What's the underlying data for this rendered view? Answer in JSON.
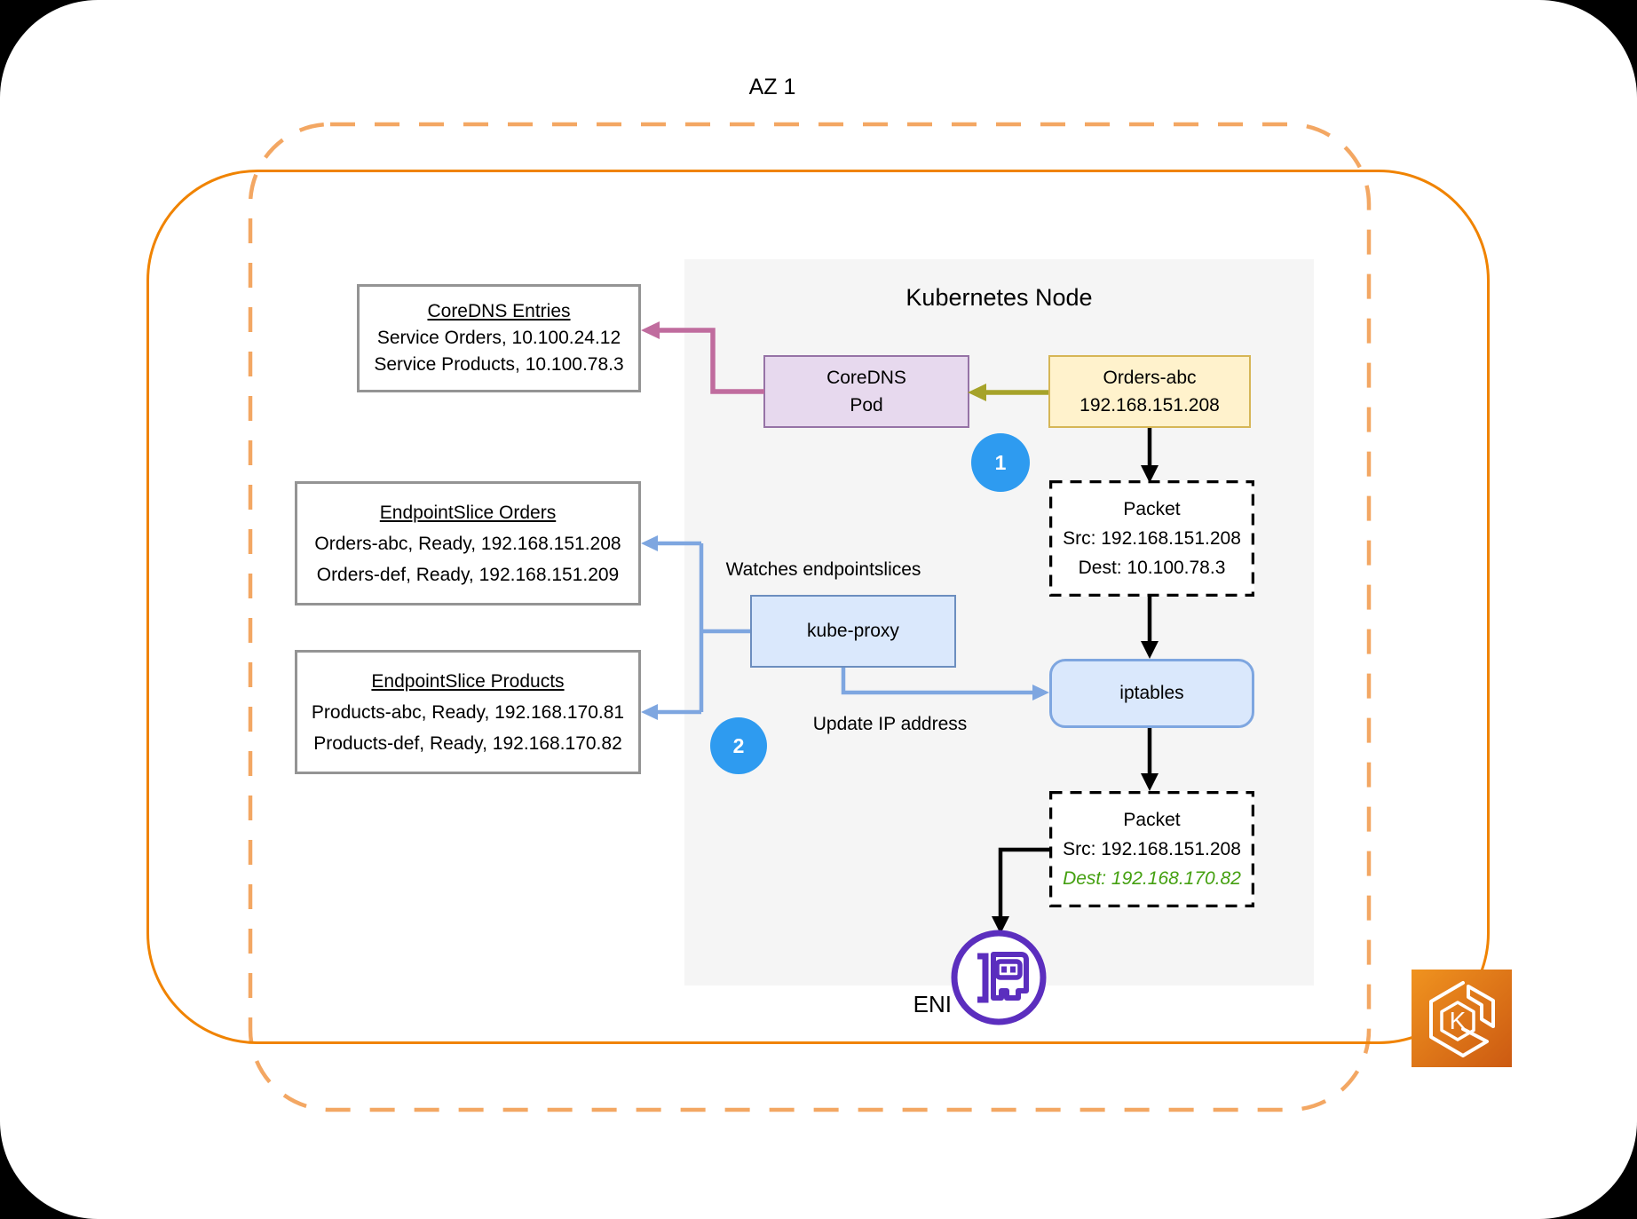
{
  "labels": {
    "az": "AZ 1",
    "watches": "Watches endpointslices",
    "update": "Update IP address"
  },
  "node": {
    "title": "Kubernetes Node"
  },
  "coredns_entries": {
    "title": "CoreDNS Entries",
    "line1": "Service Orders, 10.100.24.12",
    "line2": "Service Products, 10.100.78.3"
  },
  "coredns_pod": {
    "line1": "CoreDNS",
    "line2": "Pod"
  },
  "orders_pod": {
    "line1": "Orders-abc",
    "line2": "192.168.151.208"
  },
  "packet_before": {
    "title": "Packet",
    "src": "Src: 192.168.151.208",
    "dest": "Dest: 10.100.78.3"
  },
  "packet_after": {
    "title": "Packet",
    "src": "Src: 192.168.151.208",
    "dest": "Dest: 192.168.170.82"
  },
  "endpointslice_orders": {
    "title": "EndpointSlice Orders",
    "line1": "Orders-abc, Ready, 192.168.151.208",
    "line2": "Orders-def, Ready, 192.168.151.209"
  },
  "endpointslice_products": {
    "title": "EndpointSlice Products",
    "line1": "Products-abc, Ready, 192.168.170.81",
    "line2": "Products-def, Ready, 192.168.170.82"
  },
  "kube_proxy": {
    "label": "kube-proxy"
  },
  "iptables": {
    "label": "iptables"
  },
  "steps": {
    "one": "1",
    "two": "2"
  },
  "eni": {
    "label": "ENI"
  },
  "eks": {
    "letter": "K"
  },
  "colors": {
    "az_dashed_border": "#F3A763",
    "cluster_solid_border": "#F08300",
    "node_background": "#F5F5F5",
    "pod_fill": "#E7D9EE",
    "pod_stroke": "#9673A6",
    "orders_fill": "#FFF2CC",
    "orders_stroke": "#D6B656",
    "blue_fill": "#DAE8FC",
    "blue_stroke": "#6C8EBF",
    "blue_arrow": "#7EA6E0",
    "pink_arrow": "#C06C9E",
    "olive_arrow": "#A6A32A",
    "step_circle": "#2E9BF0",
    "dest_green": "#44A010",
    "eni_purple": "#5B2EBE"
  }
}
